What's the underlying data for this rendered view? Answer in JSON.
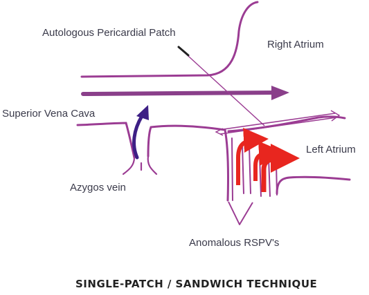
{
  "labels": {
    "patch": "Autologous Pericardial Patch",
    "right_atrium": "Right Atrium",
    "svc": "Superior Vena Cava",
    "left_atrium": "Left Atrium",
    "azygos": "Azygos vein",
    "rspv": "Anomalous RSPV's"
  },
  "title": "SINGLE-PATCH / SANDWICH TECHNIQUE",
  "colors": {
    "vessel": "#9b3c93",
    "svc_arrow": "#8a3f8a",
    "azygos_arrow": "#3d1f85",
    "flow_red": "#e8261f",
    "pointer": "#222222"
  }
}
